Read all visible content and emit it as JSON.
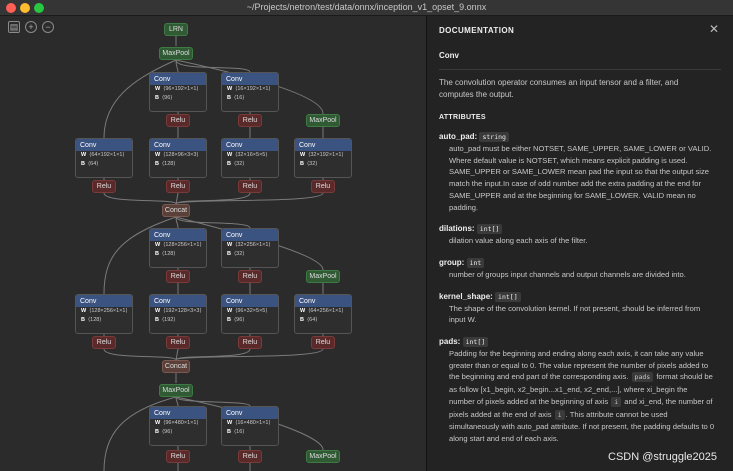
{
  "window": {
    "title": "~/Projects/netron/test/data/onnx/inception_v1_opset_9.onnx"
  },
  "toolbar": {
    "sidebar_icon": "▤",
    "zoom_in_icon": "+",
    "zoom_out_icon": "−"
  },
  "graph": {
    "top": {
      "lrn": "LRN",
      "maxpool": "MaxPool"
    },
    "block1": {
      "convs": [
        {
          "name": "Conv",
          "w": "⟨96×192×1×1⟩",
          "b": "⟨96⟩"
        },
        {
          "name": "Conv",
          "w": "⟨16×192×1×1⟩",
          "b": "⟨16⟩"
        }
      ],
      "relus": [
        "Relu",
        "Relu"
      ],
      "maxpool": "MaxPool",
      "row_convs": [
        {
          "name": "Conv",
          "w": "⟨64×192×1×1⟩",
          "b": "⟨64⟩"
        },
        {
          "name": "Conv",
          "w": "⟨128×96×3×3⟩",
          "b": "⟨128⟩"
        },
        {
          "name": "Conv",
          "w": "⟨32×16×5×5⟩",
          "b": "⟨32⟩"
        },
        {
          "name": "Conv",
          "w": "⟨32×192×1×1⟩",
          "b": "⟨32⟩"
        }
      ],
      "row_relus": [
        "Relu",
        "Relu",
        "Relu",
        "Relu"
      ],
      "concat": "Concat"
    },
    "block2": {
      "convs": [
        {
          "name": "Conv",
          "w": "⟨128×256×1×1⟩",
          "b": "⟨128⟩"
        },
        {
          "name": "Conv",
          "w": "⟨32×256×1×1⟩",
          "b": "⟨32⟩"
        }
      ],
      "relus": [
        "Relu",
        "Relu"
      ],
      "maxpool": "MaxPool",
      "row_convs": [
        {
          "name": "Conv",
          "w": "⟨128×256×1×1⟩",
          "b": "⟨128⟩"
        },
        {
          "name": "Conv",
          "w": "⟨192×128×3×3⟩",
          "b": "⟨192⟩"
        },
        {
          "name": "Conv",
          "w": "⟨96×32×5×5⟩",
          "b": "⟨96⟩"
        },
        {
          "name": "Conv",
          "w": "⟨64×256×1×1⟩",
          "b": "⟨64⟩"
        }
      ],
      "row_relus": [
        "Relu",
        "Relu",
        "Relu",
        "Relu"
      ],
      "concat": "Concat"
    },
    "block3": {
      "maxpool_top": "MaxPool",
      "convs": [
        {
          "name": "Conv",
          "w": "⟨96×480×1×1⟩",
          "b": "⟨96⟩"
        },
        {
          "name": "Conv",
          "w": "⟨16×480×1×1⟩",
          "b": "⟨16⟩"
        }
      ],
      "relus": [
        "Relu",
        "Relu"
      ],
      "maxpool": "MaxPool"
    },
    "labels": {
      "w": "W",
      "b": "B"
    }
  },
  "doc": {
    "header": "DOCUMENTATION",
    "close_icon": "✕",
    "op_name": "Conv",
    "description": "The convolution operator consumes an input tensor and a filter, and computes the output.",
    "attributes_header": "ATTRIBUTES",
    "attributes": [
      {
        "name": "auto_pad:",
        "type": "string",
        "desc": "auto_pad must be either NOTSET, SAME_UPPER, SAME_LOWER or VALID. Where default value is NOTSET, which means explicit padding is used. SAME_UPPER or SAME_LOWER mean pad the input so that the output size match the input.In case of odd number add the extra padding at the end for SAME_UPPER and at the beginning for SAME_LOWER. VALID mean no padding."
      },
      {
        "name": "dilations:",
        "type": "int[]",
        "desc": "dilation value along each axis of the filter."
      },
      {
        "name": "group:",
        "type": "int",
        "desc": "number of groups input channels and output channels are divided into."
      },
      {
        "name": "kernel_shape:",
        "type": "int[]",
        "desc": "The shape of the convolution kernel. If not present, should be inferred from input W."
      },
      {
        "name": "pads:",
        "type": "int[]",
        "desc_parts": [
          "Padding for the beginning and ending along each axis, it can take any value greater than or equal to 0. The value represent the number of pixels added to the beginning and end part of the corresponding axis. ",
          "pads",
          " format should be as follow [x1_begin, x2_begin...x1_end, x2_end,...], where xi_begin the number of pixels added at the beginning of axis ",
          "i",
          " and xi_end, the number of pixels added at the end of axis ",
          "i",
          ". This attribute cannot be used simultaneously with auto_pad attribute. If not present, the padding defaults to 0 along start and end of each axis."
        ]
      }
    ]
  },
  "watermark": "CSDN @struggle2025"
}
